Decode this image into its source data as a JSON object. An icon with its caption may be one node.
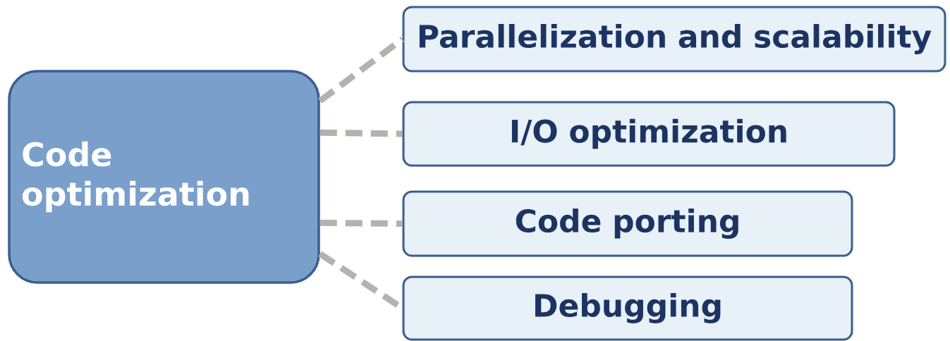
{
  "diagram": {
    "nodes": [
      {
        "text": [
          "Code optimization"
        ]
      },
      {
        "text": [
          "Parallelization and scalability"
        ]
      },
      {
        "text": [
          "I/O optimization"
        ]
      },
      {
        "text": [
          "Code porting"
        ]
      },
      {
        "text": [
          "Debugging"
        ]
      }
    ],
    "edges": [
      {
        "from": 0,
        "to": 1,
        "arrow": "none",
        "style": "dashed"
      },
      {
        "from": 0,
        "to": 2,
        "arrow": "none",
        "style": "dashed"
      },
      {
        "from": 0,
        "to": 3,
        "arrow": "none",
        "style": "dashed"
      },
      {
        "from": 0,
        "to": 4,
        "arrow": "none",
        "style": "dashed"
      }
    ]
  }
}
